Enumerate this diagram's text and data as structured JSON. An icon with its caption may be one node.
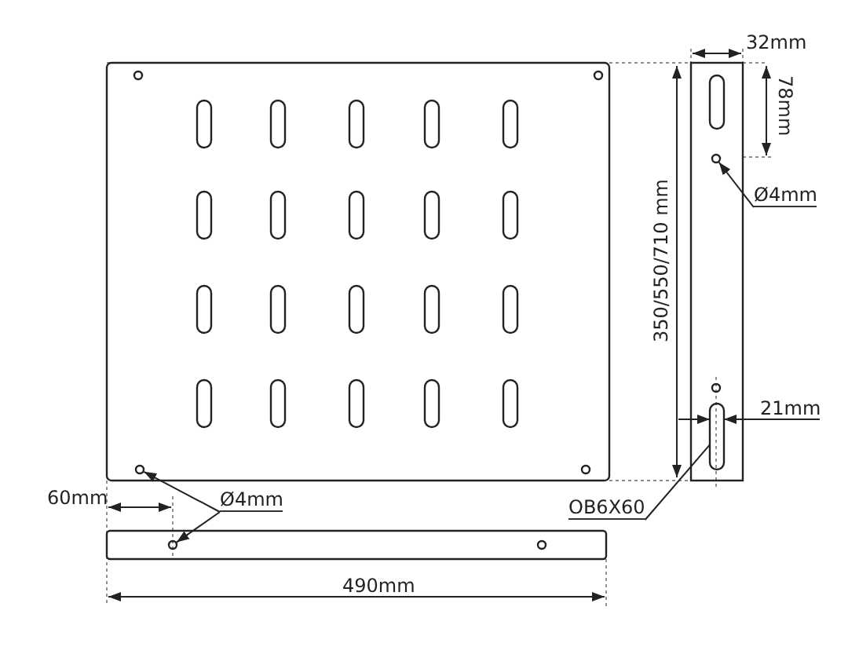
{
  "diagram": {
    "nodes": [
      {
        "text": [
          "Ø4mm"
        ]
      },
      {
        "text": [
          "Ø4mm"
        ]
      },
      {
        "text": [
          "OB6X60"
        ]
      },
      {
        "text": [],
        "shape": "circle"
      },
      {
        "text": [],
        "shape": "circle"
      },
      {
        "text": [],
        "shape": "circle"
      },
      {
        "text": [],
        "shape": "box"
      }
    ],
    "edges": [
      {
        "from": 0,
        "to": 3,
        "arrow": "to"
      },
      {
        "from": 1,
        "to": 4,
        "arrow": "to"
      },
      {
        "from": 1,
        "to": 5,
        "arrow": "to"
      },
      {
        "from": 2,
        "to": 6,
        "arrow": "none"
      }
    ],
    "labels": [
      "32mm",
      "78mm",
      "350/550/710 mm",
      "21mm",
      "60mm",
      "490mm"
    ]
  }
}
